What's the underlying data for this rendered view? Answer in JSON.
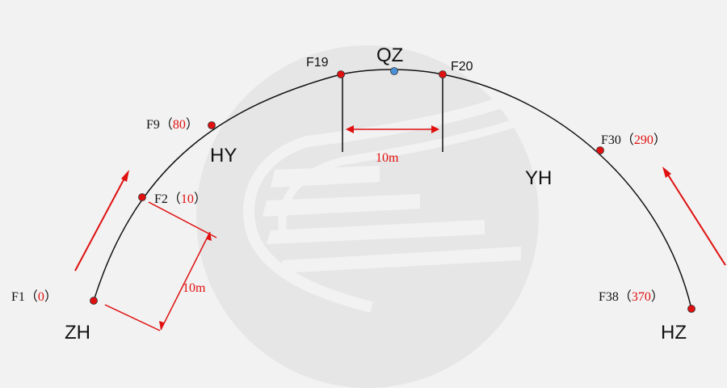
{
  "diagram": {
    "colors": {
      "curve": "#111111",
      "marker": "#e01010",
      "qz_marker": "#4a90d9",
      "watermark": "#e6e6e6"
    },
    "points": {
      "F1": {
        "name": "F1",
        "value": "0"
      },
      "F2": {
        "name": "F2",
        "value": "10"
      },
      "F9": {
        "name": "F9",
        "value": "80"
      },
      "F19": {
        "name": "F19"
      },
      "F20": {
        "name": "F20"
      },
      "F30": {
        "name": "F30",
        "value": "290"
      },
      "F38": {
        "name": "F38",
        "value": "370"
      }
    },
    "key_points": {
      "zh": "ZH",
      "hy": "HY",
      "qz": "QZ",
      "yh": "YH",
      "hz": "HZ"
    },
    "dimensions": {
      "chord_spacing": "10m",
      "top_spacing": "10m"
    },
    "paren_open": "（",
    "paren_close": "）"
  }
}
